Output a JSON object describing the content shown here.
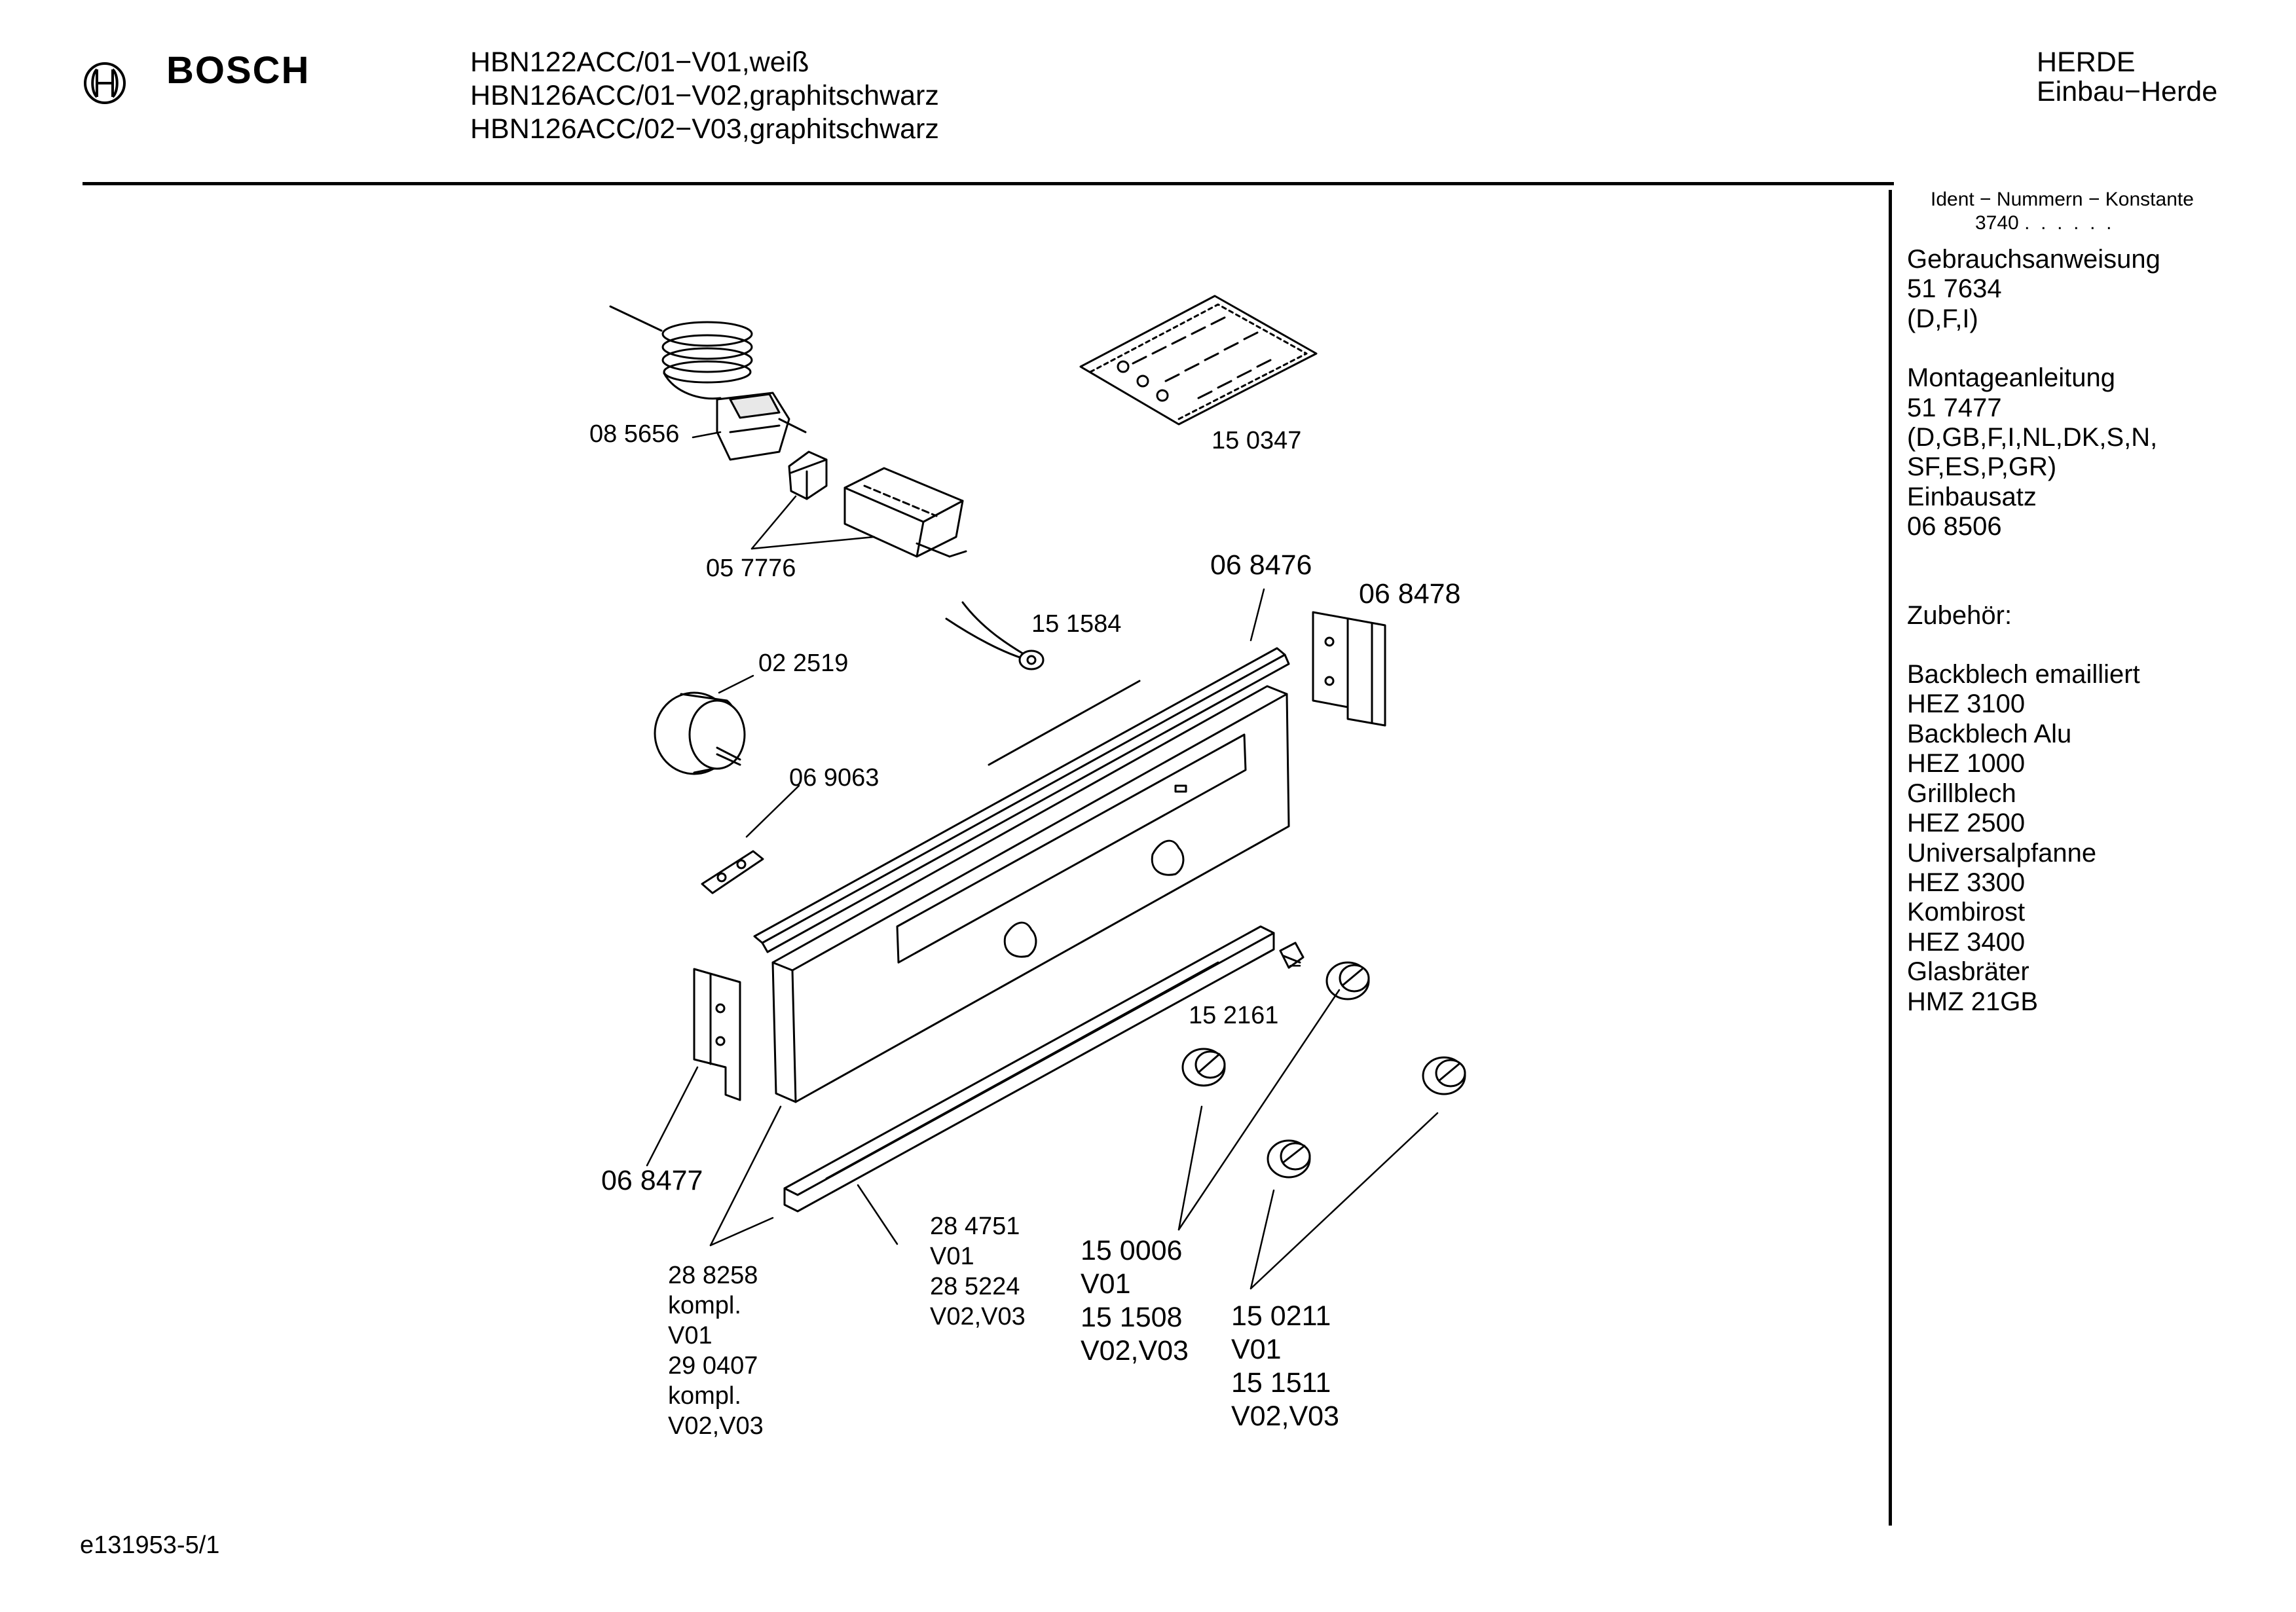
{
  "header": {
    "brand": "BOSCH",
    "models": [
      "HBN122ACC/01−V01,weiß",
      "HBN126ACC/01−V02,graphitschwarz",
      "HBN126ACC/02−V03,graphitschwarz"
    ],
    "category_line1": "HERDE",
    "category_line2": "Einbau−Herde"
  },
  "sidebar": {
    "ident_label": "Ident − Nummern − Konstante",
    "ident_value": "3740 .  .  .  .  .  .",
    "lines": [
      "Gebrauchsanweisung",
      "51 7634",
      "(D,F,I)",
      "",
      "Montageanleitung",
      "51 7477",
      "(D,GB,F,I,NL,DK,S,N,",
      "SF,ES,P,GR)",
      "Einbausatz",
      "06 8506",
      "",
      "",
      "Zubehör:",
      "",
      "Backblech emailliert",
      "HEZ 3100",
      "Backblech Alu",
      "HEZ 1000",
      "Grillblech",
      "HEZ 2500",
      "Universalpfanne",
      "HEZ 3300",
      "Kombirost",
      "HEZ 3400",
      "Glasbräter",
      "HMZ 21GB"
    ]
  },
  "parts": {
    "p085656": "08 5656",
    "p150347": "15 0347",
    "p057776": "05 7776",
    "p068476": "06 8476",
    "p068478": "06 8478",
    "p151584": "15 1584",
    "p022519": "02 2519",
    "p069063": "06 9063",
    "p152161": "15 2161",
    "p068477": "06 8477",
    "group_288258": [
      "28 8258",
      "kompl.",
      "V01",
      "29 0407",
      "kompl.",
      "V02,V03"
    ],
    "group_284751": [
      "28 4751",
      "V01",
      "28 5224",
      "V02,V03"
    ],
    "group_150006": [
      "15 0006",
      "V01",
      "15 1508",
      "V02,V03"
    ],
    "group_150211": [
      "15 0211",
      "V01",
      "15 1511",
      "V02,V03"
    ]
  },
  "footer": {
    "doc_id": "e131953-5/1"
  }
}
